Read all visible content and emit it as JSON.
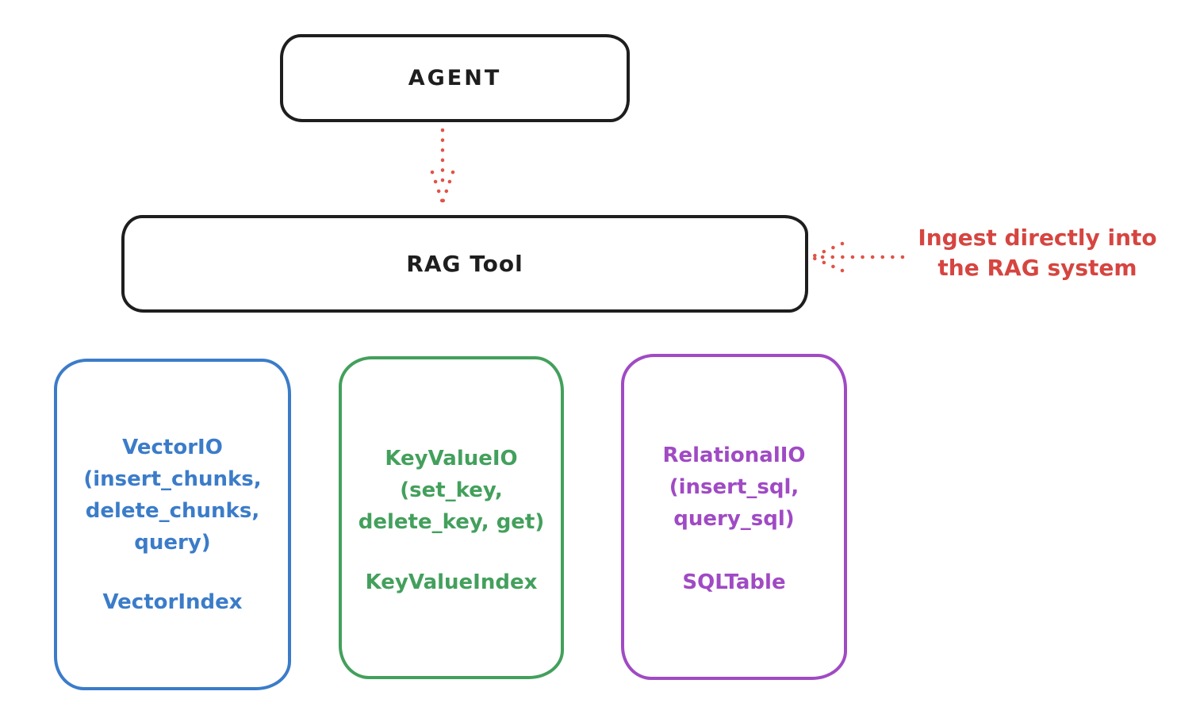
{
  "diagram": {
    "agent": {
      "label": "AGENT",
      "stroke_color": "#1e1e1e"
    },
    "rag_tool": {
      "label": "RAG Tool",
      "stroke_color": "#1e1e1e"
    },
    "ingest_note": {
      "text": "Ingest directly into\nthe RAG system",
      "color": "#d64540"
    },
    "arrows": {
      "agent_to_rag": {
        "style": "dotted",
        "direction": "down",
        "color": "#e05348"
      },
      "ingest_into_rag": {
        "style": "dotted",
        "direction": "left",
        "color": "#e05348"
      }
    },
    "backends": [
      {
        "name": "vector-io",
        "color": "#3b7cc9",
        "description": "VectorIO\n(insert_chunks,\ndelete_chunks,\nquery)",
        "index": "VectorIndex"
      },
      {
        "name": "keyvalue-io",
        "color": "#43a05c",
        "description": "KeyValueIO\n(set_key,\ndelete_key, get)",
        "index": "KeyValueIndex"
      },
      {
        "name": "relational-io",
        "color": "#a04ac4",
        "description": "RelationalIO\n(insert_sql,\nquery_sql)",
        "index": "SQLTable"
      }
    ]
  }
}
